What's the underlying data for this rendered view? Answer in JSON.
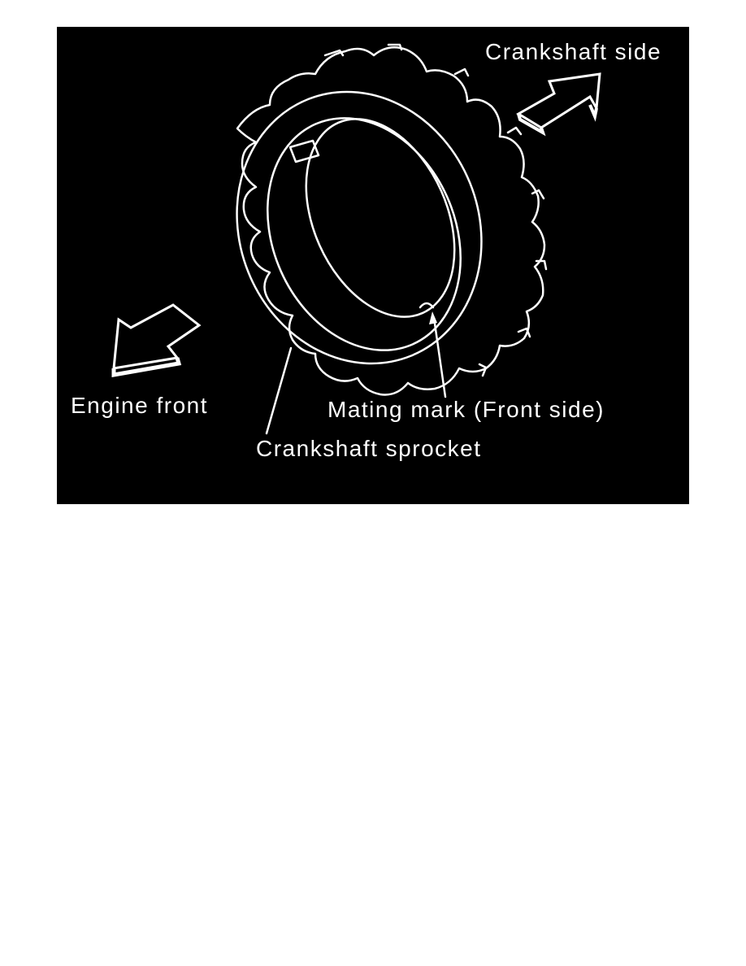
{
  "figure": {
    "background": "#000000",
    "line_color": "#ffffff",
    "subject": "Crankshaft sprocket with mating mark",
    "labels": {
      "crankshaft_side": "Crankshaft side",
      "engine_front": "Engine front",
      "mating_mark": "Mating mark (Front side)",
      "crankshaft_sprocket": "Crankshaft sprocket"
    },
    "icons": {
      "crankshaft_side_arrow": "arrow-up-right-icon",
      "engine_front_arrow": "arrow-down-left-icon"
    }
  }
}
